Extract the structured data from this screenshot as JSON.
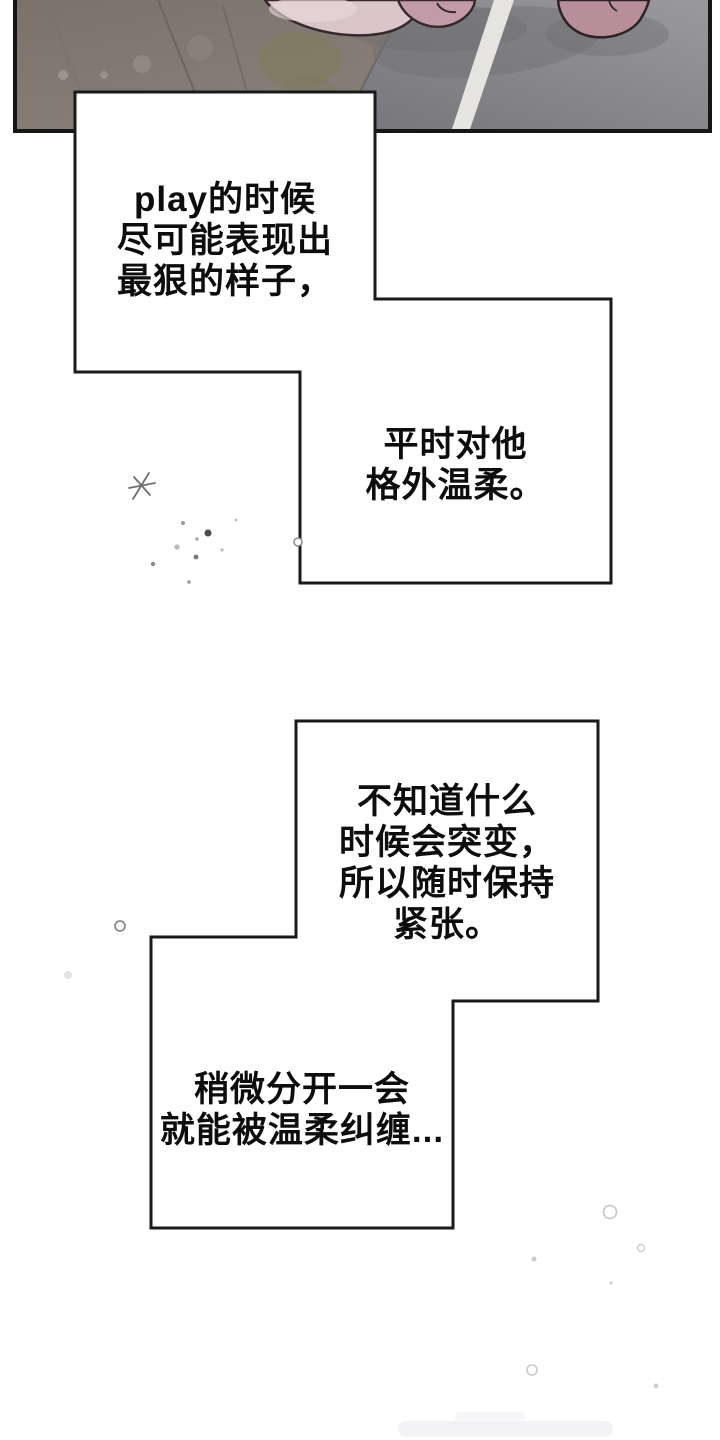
{
  "page": {
    "type": "webtoon-comic-page",
    "background_color": "#ffffff"
  },
  "panel": {
    "description": "hand reaching over a gray road with white lane marking, dark blurred background",
    "colors": {
      "border": "#161616",
      "dark_area": "#847b73",
      "road": "#8d8c90",
      "road_shadow": "#6f6e72",
      "lane_marking": "#eceae6",
      "skin_light": "#d9c5ca",
      "skin_mid": "#c29ba8",
      "skin_dark": "#b98e9b",
      "line_art": "#38292d",
      "bokeh_green": "#7f7d63"
    }
  },
  "captions": [
    {
      "lines": [
        "play的时候",
        "尽可能表现出",
        "最狠的样子，"
      ]
    },
    {
      "lines": [
        "平时对他",
        "格外温柔。"
      ]
    },
    {
      "lines": [
        "不知道什么",
        "时候会突变，",
        "所以随时保持",
        "紧张。"
      ]
    },
    {
      "lines": [
        "稍微分开一会",
        "就能被温柔纠缠..."
      ]
    }
  ],
  "caption_style": {
    "text_color": "#0d0d0d",
    "box_fill": "#ffffff",
    "box_border": "#1a1a1a"
  },
  "decorations": {
    "sparkle_color": "#6f6f6f",
    "dust_dot_color": "#8a8a8a",
    "faint_ring_color": "#c9c9cd"
  }
}
